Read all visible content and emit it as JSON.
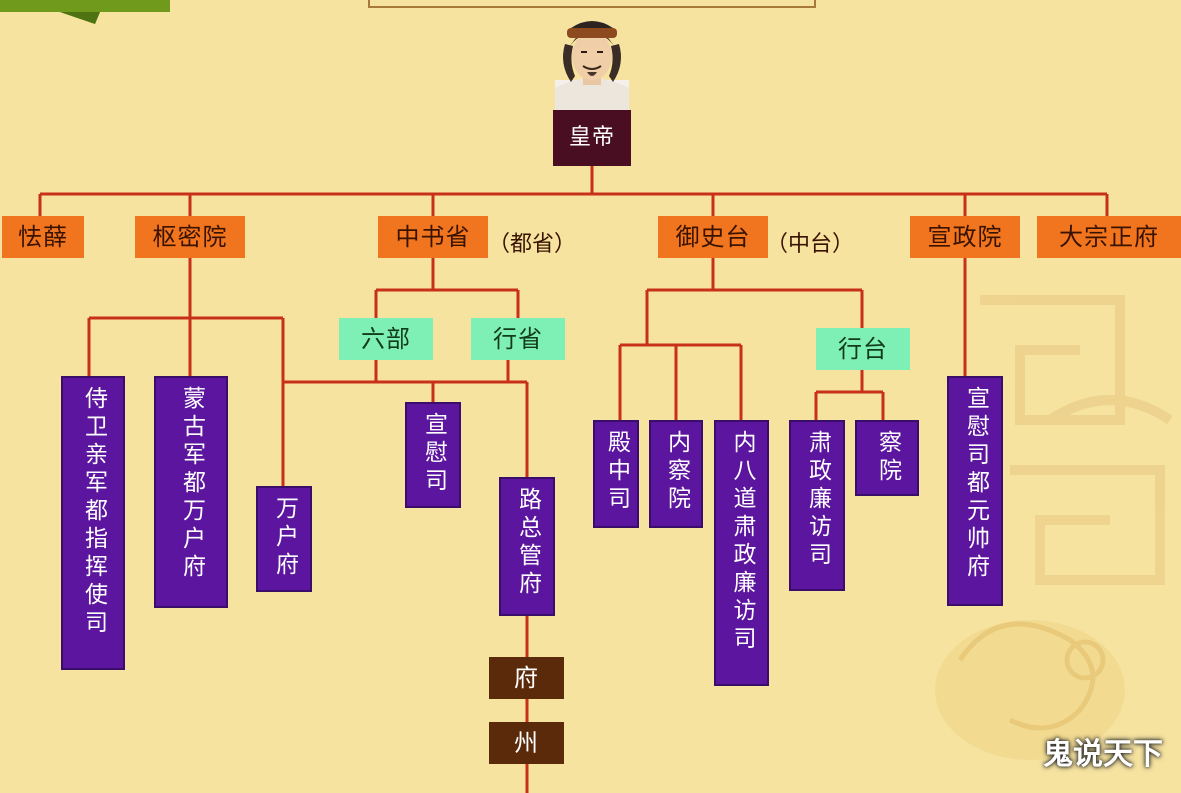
{
  "emperor": {
    "label": "皇帝"
  },
  "tier1": {
    "qiexue": "怯薛",
    "shumiyuan": "枢密院",
    "zhongshusheng": "中书省",
    "zhongshusheng_note": "（都省）",
    "yushitai": "御史台",
    "yushitai_note": "（中台）",
    "xuanzhengyuan": "宣政院",
    "dazongzhengfu": "大宗正府"
  },
  "tier2": {
    "liubu": "六部",
    "xingsheng": "行省",
    "xingtai": "行台"
  },
  "purple": {
    "shiwei": "侍卫亲军都指挥使司",
    "menggu": "蒙古军都万户府",
    "wanhu": "万户府",
    "xuanweisi": "宣慰司",
    "luzongguan": "路总管府",
    "dianzhong": "殿中司",
    "nei_chayuan": "内察院",
    "neibadao": "内八道肃政廉访司",
    "suzheng": "肃政廉访司",
    "chayuan": "察院",
    "xuanwei_yuanshuai": "宣慰司都元帅府"
  },
  "lower": {
    "fu": "府",
    "zhou": "州"
  },
  "watermark": "鬼说天下",
  "colors": {
    "background": "#f6e3a0",
    "line": "#c8301c",
    "orange": "#f0751e",
    "green": "#7ef0b6",
    "purple": "#5c159e",
    "brown": "#5b2a0a"
  }
}
